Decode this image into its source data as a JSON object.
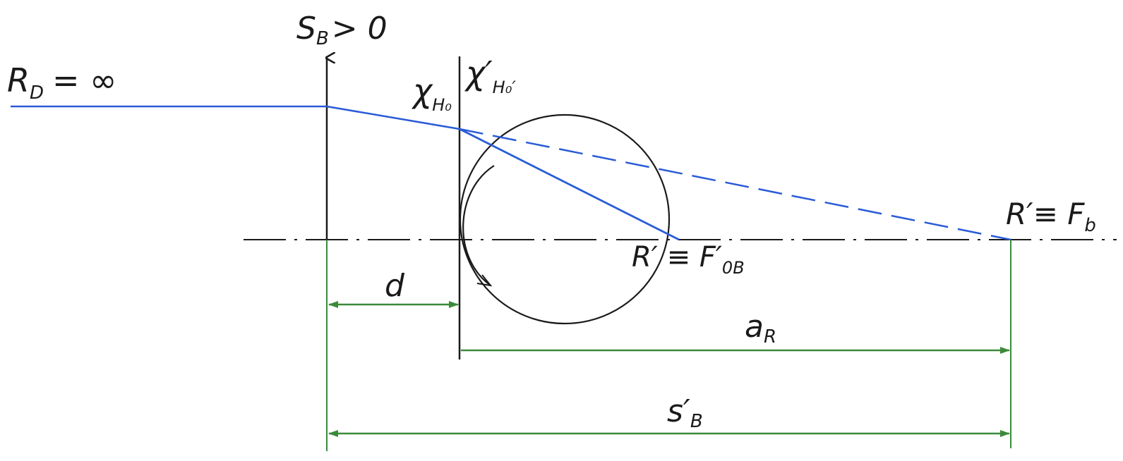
{
  "colors": {
    "ray": "#2a5bd7",
    "dimension": "#3a8a3a",
    "ink": "#1a1a1a",
    "background": "#ffffff"
  },
  "labels": {
    "far_point": "R",
    "far_point_sub": "D",
    "far_point_value": "= ∞",
    "lens_power": "S",
    "lens_power_sub": "B",
    "lens_power_cond": "> 0",
    "principal_plane": "χ",
    "principal_plane_sub": "H₀",
    "principal_plane_prime": "χ′",
    "principal_plane_prime_sub": "H₀′",
    "eye_focus": "R′ ≡ F′",
    "eye_focus_sub": "0B",
    "lens_focus": "R′≡ F",
    "lens_focus_sub": "b",
    "distance_d": "d",
    "distance_aR": "a",
    "distance_aR_sub": "R",
    "distance_sB": "s′",
    "distance_sB_sub": "B"
  }
}
